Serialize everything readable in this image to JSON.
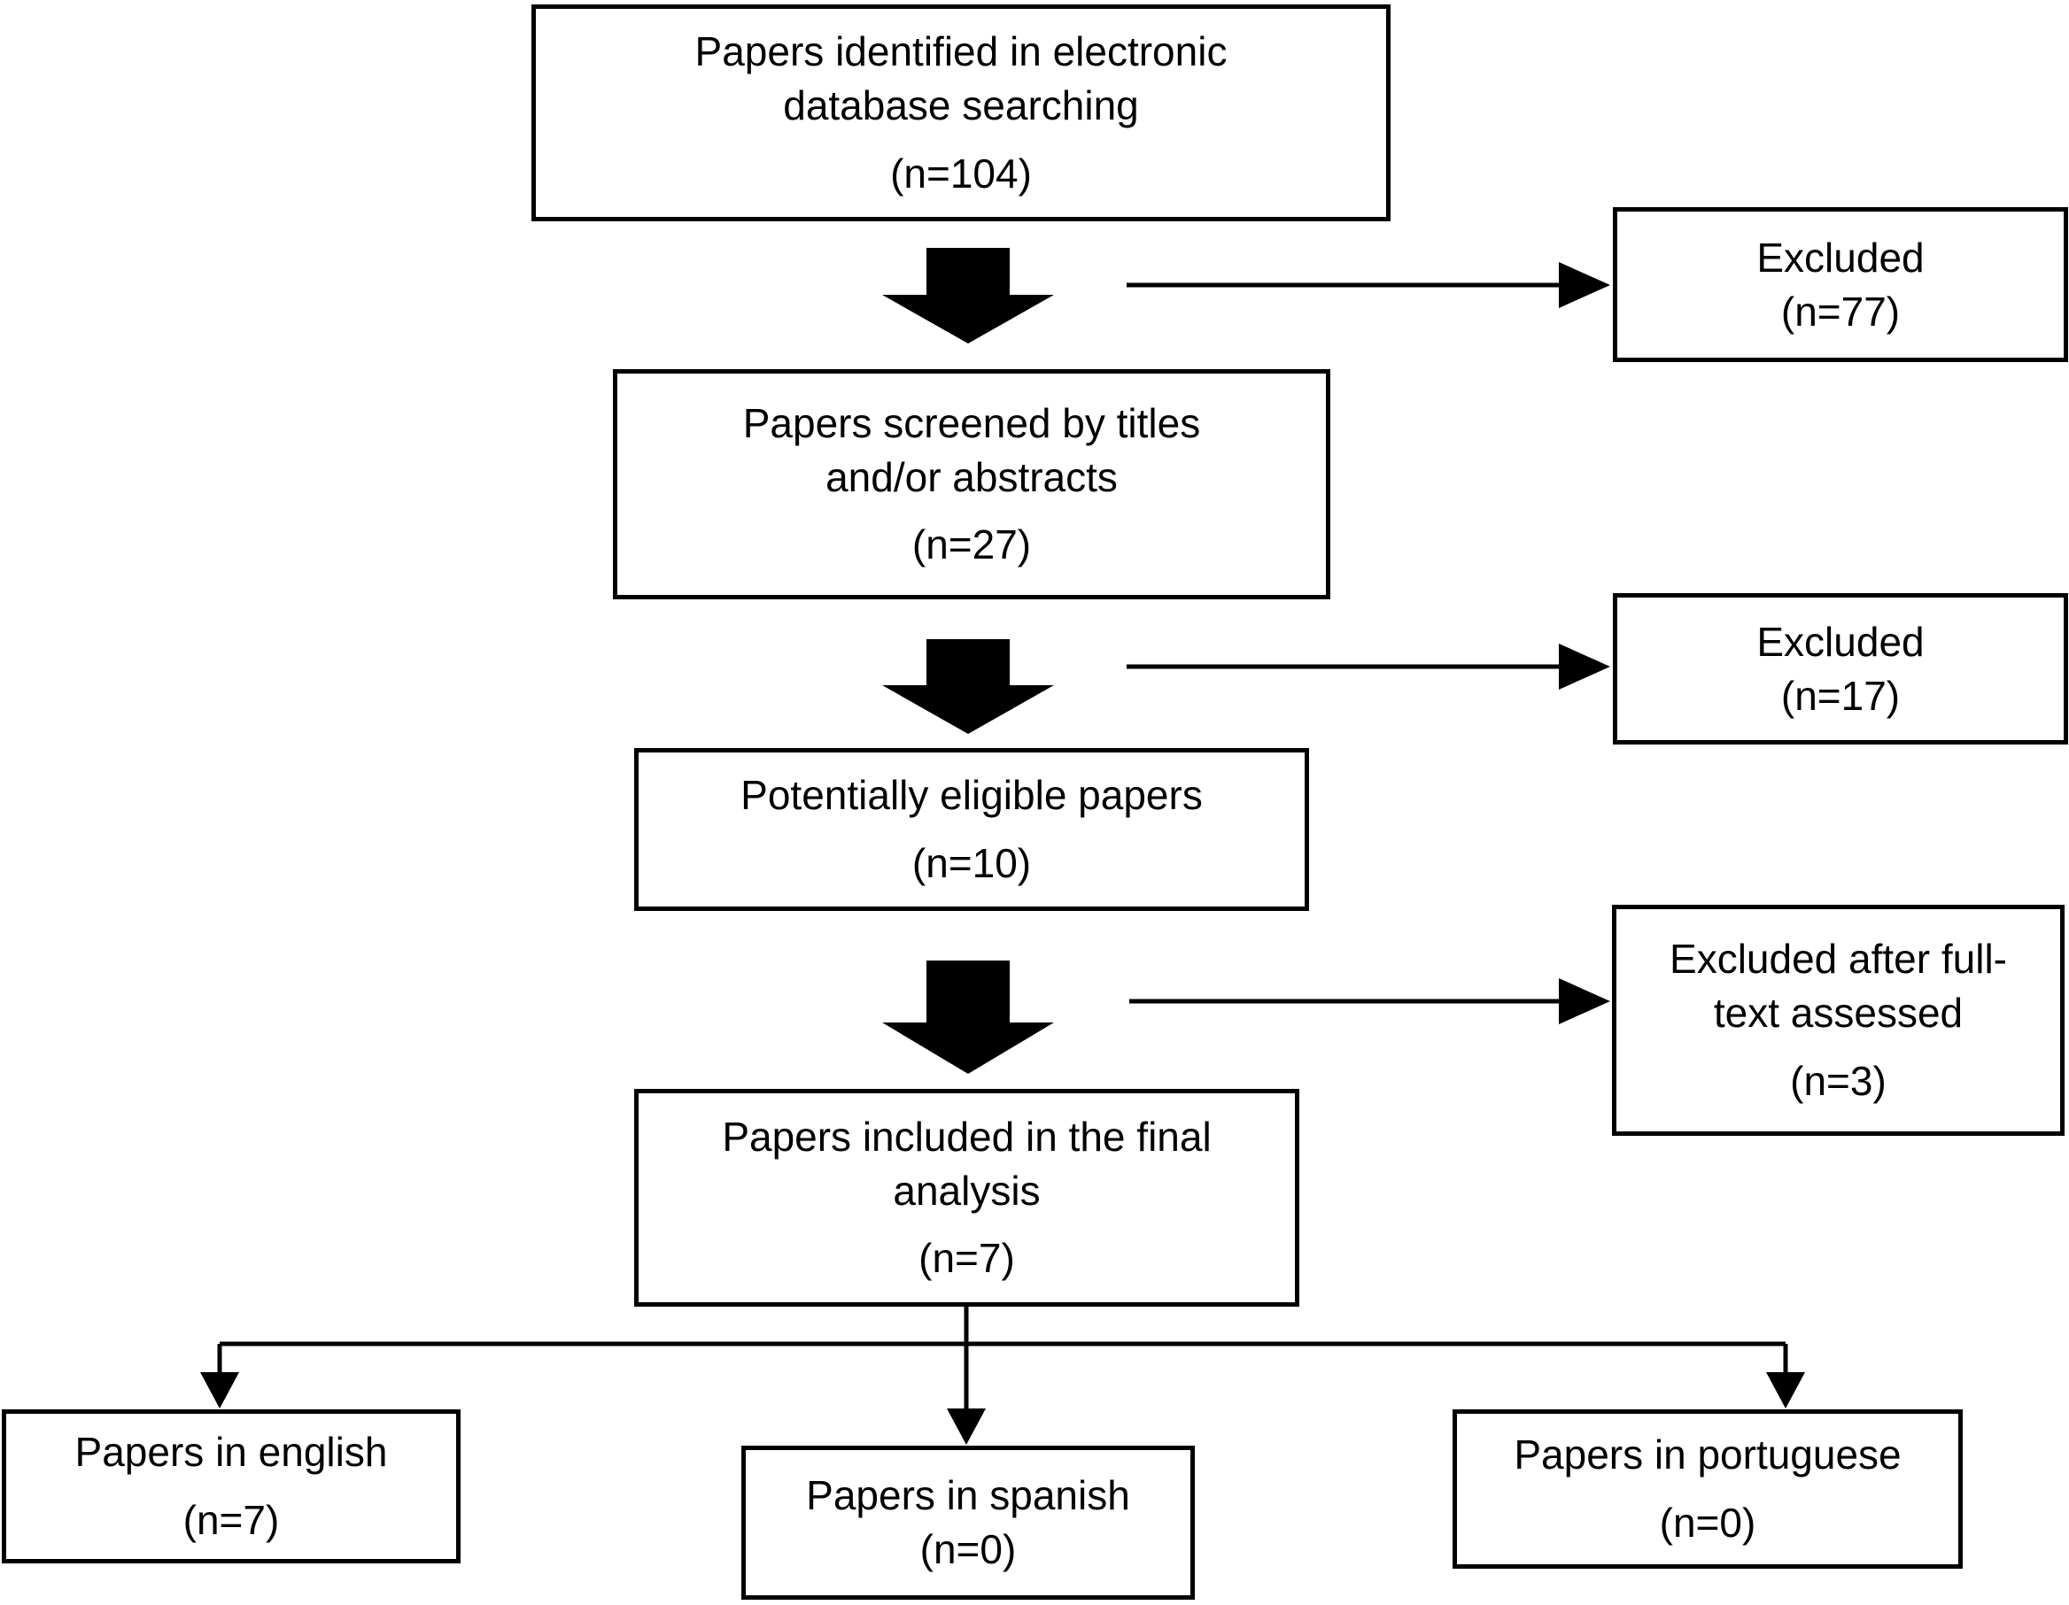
{
  "colors": {
    "line": "#000000",
    "background": "#ffffff",
    "text": "#000000"
  },
  "flow": {
    "step1": {
      "line1": "Papers identified in electronic",
      "line2": "database searching",
      "count": "(n=104)"
    },
    "step2": {
      "line1": "Papers screened by titles",
      "line2": "and/or abstracts",
      "count": "(n=27)"
    },
    "step3": {
      "line1": "Potentially eligible papers",
      "count": "(n=10)"
    },
    "step4": {
      "line1": "Papers included in the final",
      "line2": "analysis",
      "count": "(n=7)"
    }
  },
  "excluded": {
    "first": {
      "line1": "Excluded",
      "count": "(n=77)"
    },
    "second": {
      "line1": "Excluded",
      "count": "(n=17)"
    },
    "third": {
      "line1": "Excluded after full-",
      "line2": "text assessed",
      "count": "(n=3)"
    }
  },
  "languages": {
    "english": {
      "line1": "Papers in english",
      "count": "(n=7)"
    },
    "spanish": {
      "line1": "Papers in spanish",
      "count": "(n=0)"
    },
    "portuguese": {
      "line1": "Papers in portuguese",
      "count": "(n=0)"
    }
  }
}
